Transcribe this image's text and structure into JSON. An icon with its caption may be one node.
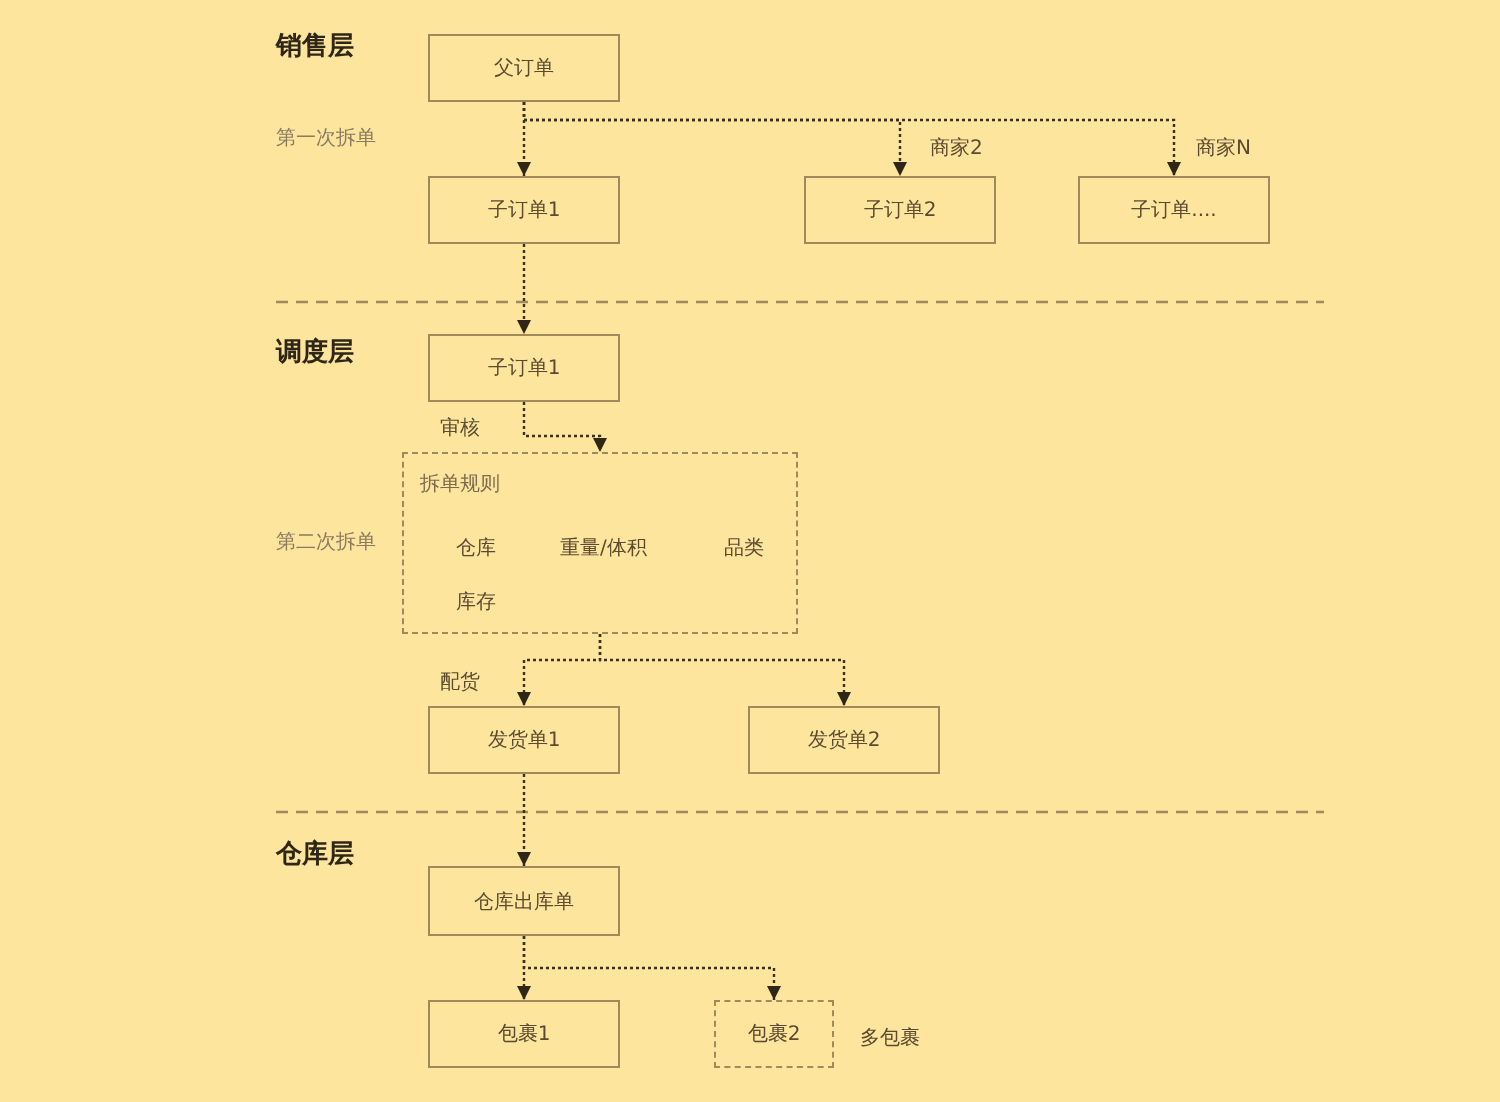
{
  "diagram": {
    "nodes": [
      {
        "text": [
          "父订单"
        ]
      },
      {
        "text": [
          "子订单1"
        ]
      },
      {
        "text": [
          "子订单2"
        ]
      },
      {
        "text": [
          "子订单...."
        ]
      },
      {
        "text": [
          "子订单1"
        ]
      },
      {
        "text": [
          "拆单规则",
          "仓库",
          "重量/体积",
          "品类",
          "库存"
        ]
      },
      {
        "text": [
          "发货单1"
        ]
      },
      {
        "text": [
          "发货单2"
        ]
      },
      {
        "text": [
          "仓库出库单"
        ]
      },
      {
        "text": [
          "包裹1"
        ]
      },
      {
        "text": [
          "包裹2"
        ],
        "beside": [
          "多包裹"
        ]
      }
    ],
    "edges": [
      {
        "from": 0,
        "to": 1,
        "arrow": "to"
      },
      {
        "from": 0,
        "to": 2,
        "arrow": "to",
        "label": "商家2"
      },
      {
        "from": 0,
        "to": 3,
        "arrow": "to",
        "label": "商家N"
      },
      {
        "from": 1,
        "to": 4,
        "arrow": "to"
      },
      {
        "from": 4,
        "to": 5,
        "arrow": "to",
        "label": "审核"
      },
      {
        "from": 5,
        "to": 6,
        "arrow": "to",
        "label": "配货"
      },
      {
        "from": 5,
        "to": 7,
        "arrow": "to"
      },
      {
        "from": 6,
        "to": 8,
        "arrow": "to"
      },
      {
        "from": 8,
        "to": 9,
        "arrow": "to"
      },
      {
        "from": 8,
        "to": 10,
        "arrow": "to"
      }
    ],
    "labels": [
      "销售层",
      "第一次拆单",
      "调度层",
      "第二次拆单",
      "仓库层"
    ]
  }
}
